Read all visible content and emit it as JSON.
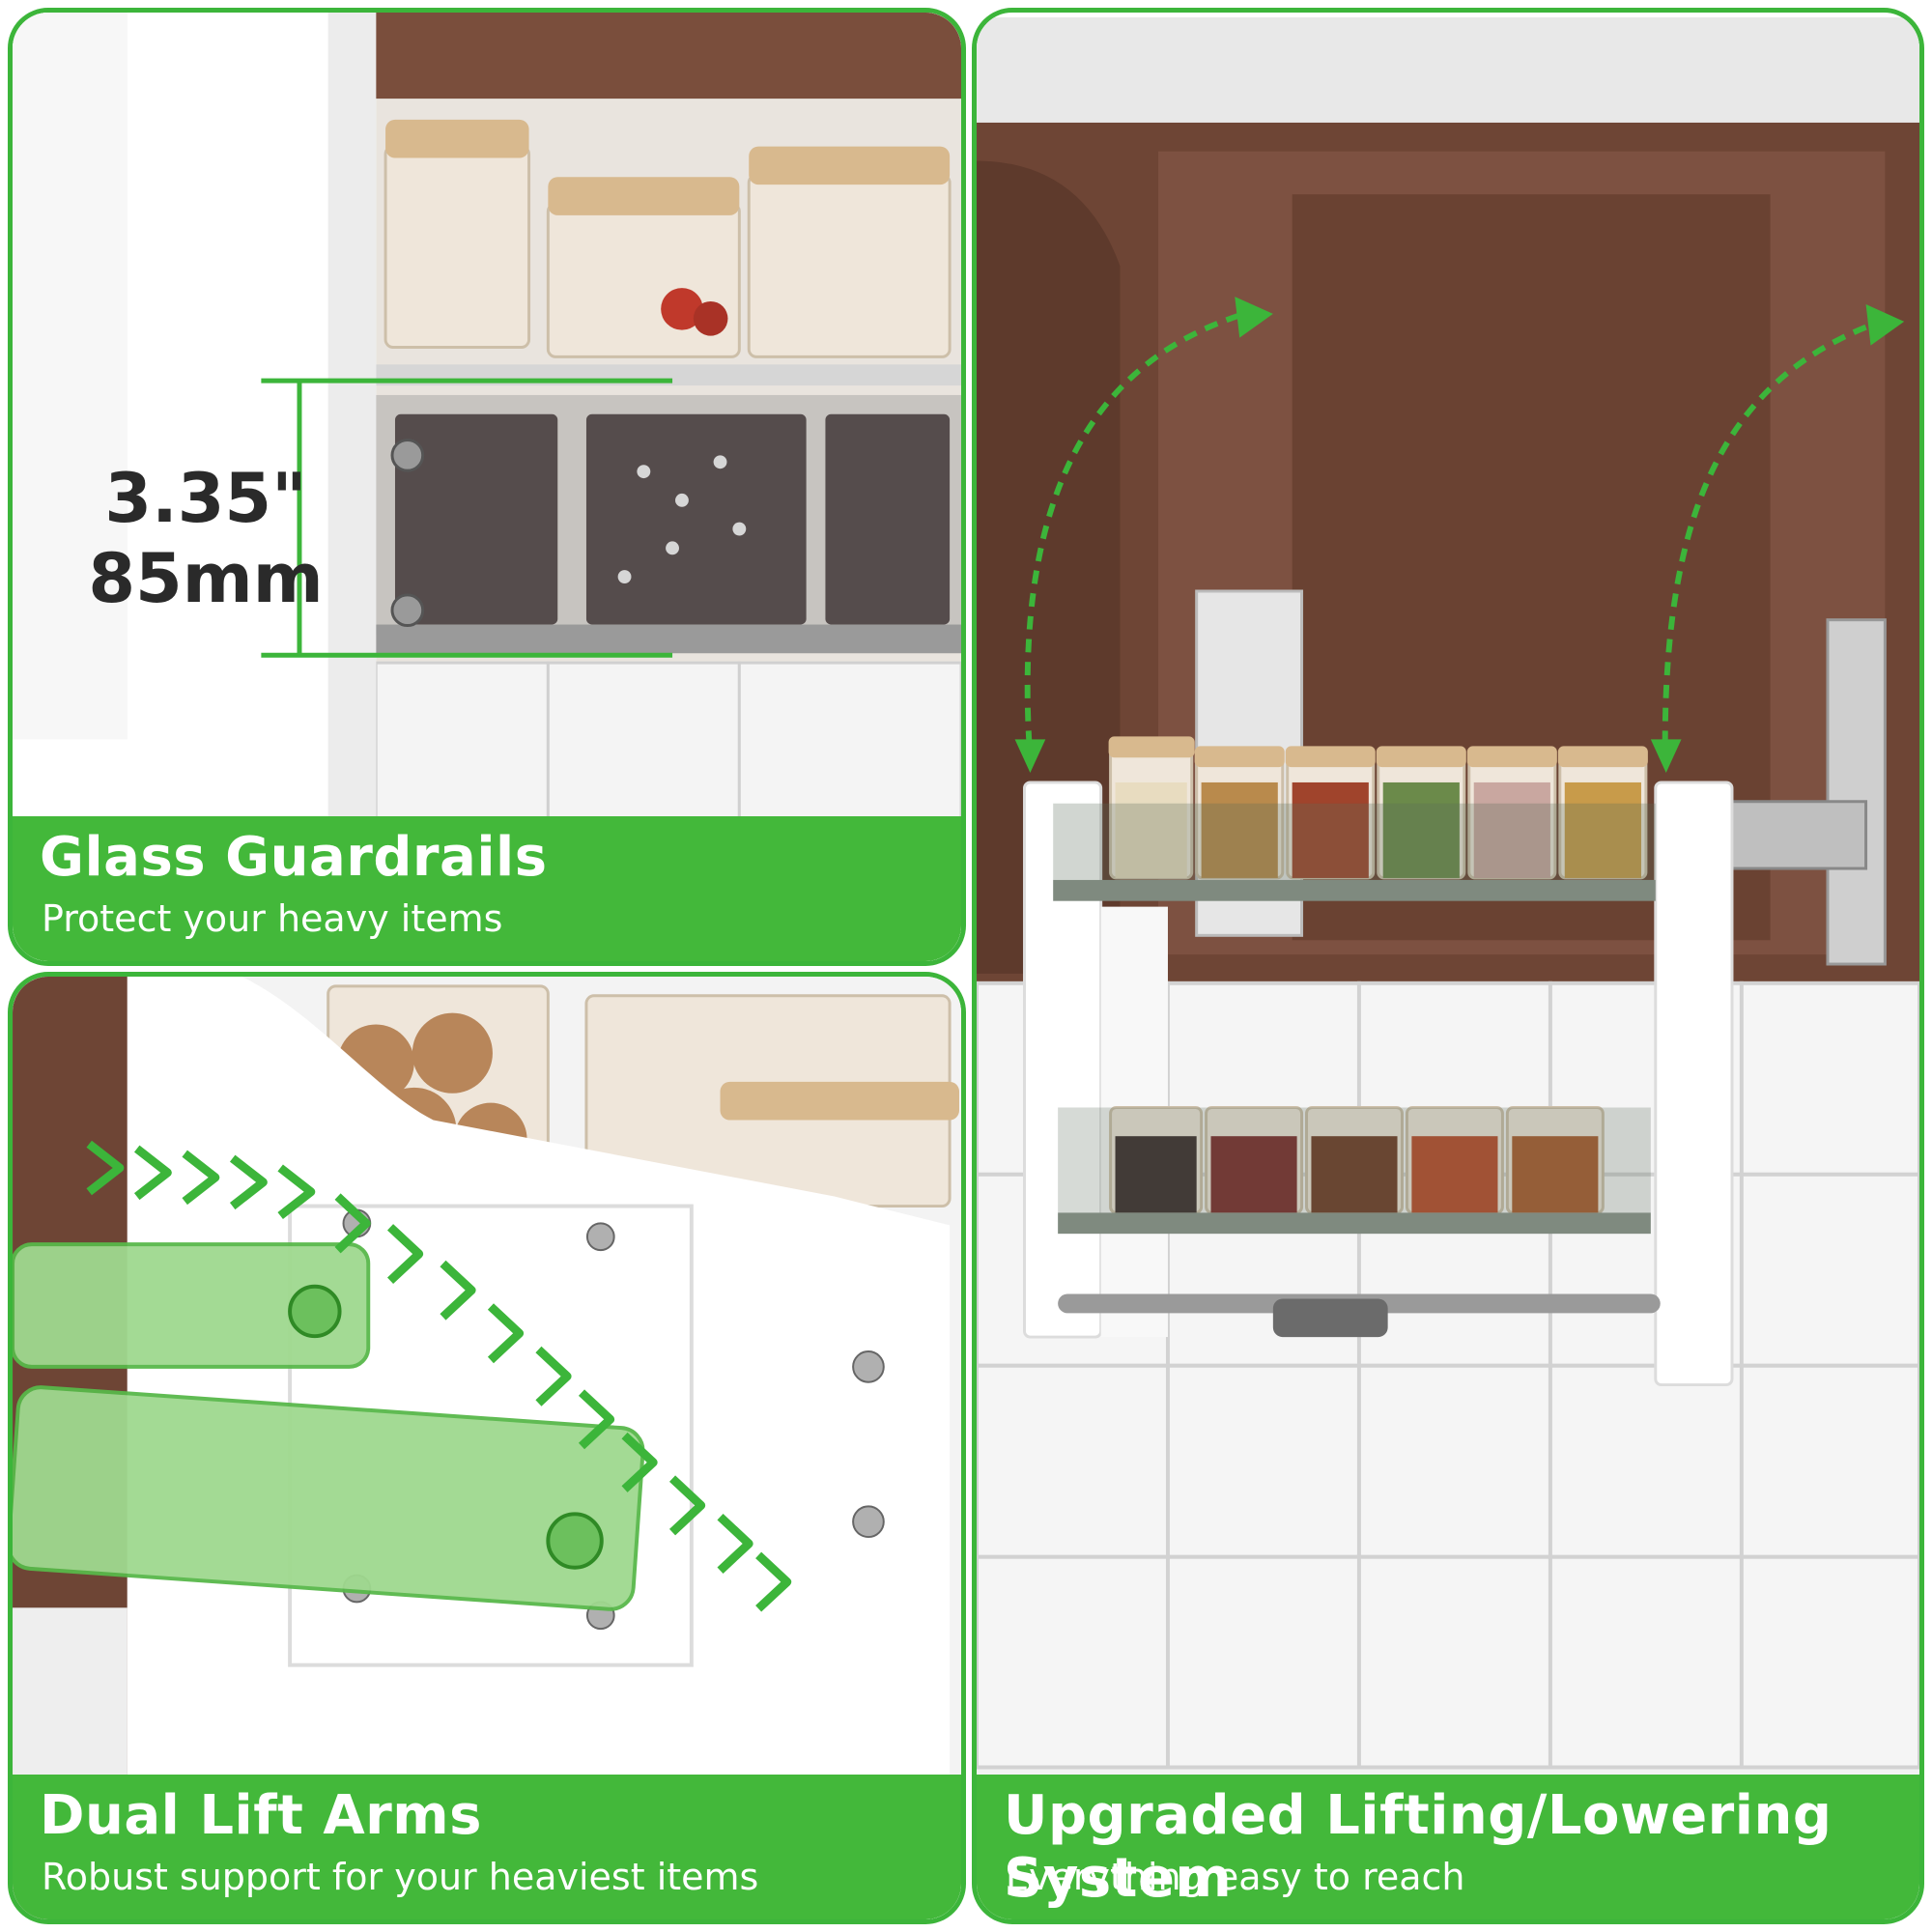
{
  "panels": {
    "glass_guardrails": {
      "title": "Glass Guardrails",
      "subtitle": "Protect your heavy items",
      "dimension_in": "3.35\"",
      "dimension_mm": "85mm"
    },
    "dual_lift_arms": {
      "title": "Dual Lift Arms",
      "subtitle": "Robust support for your heaviest items"
    },
    "lifting_system": {
      "title": "Upgraded Lifting/Lowering System",
      "subtitle": "Everything easy to reach"
    }
  },
  "colors": {
    "accent_green": "#43b83a",
    "border_green": "#3cb53a",
    "arm_green": "#9fd98f",
    "wood": "#6e4535",
    "glass_rail": "#5a6b5a"
  }
}
